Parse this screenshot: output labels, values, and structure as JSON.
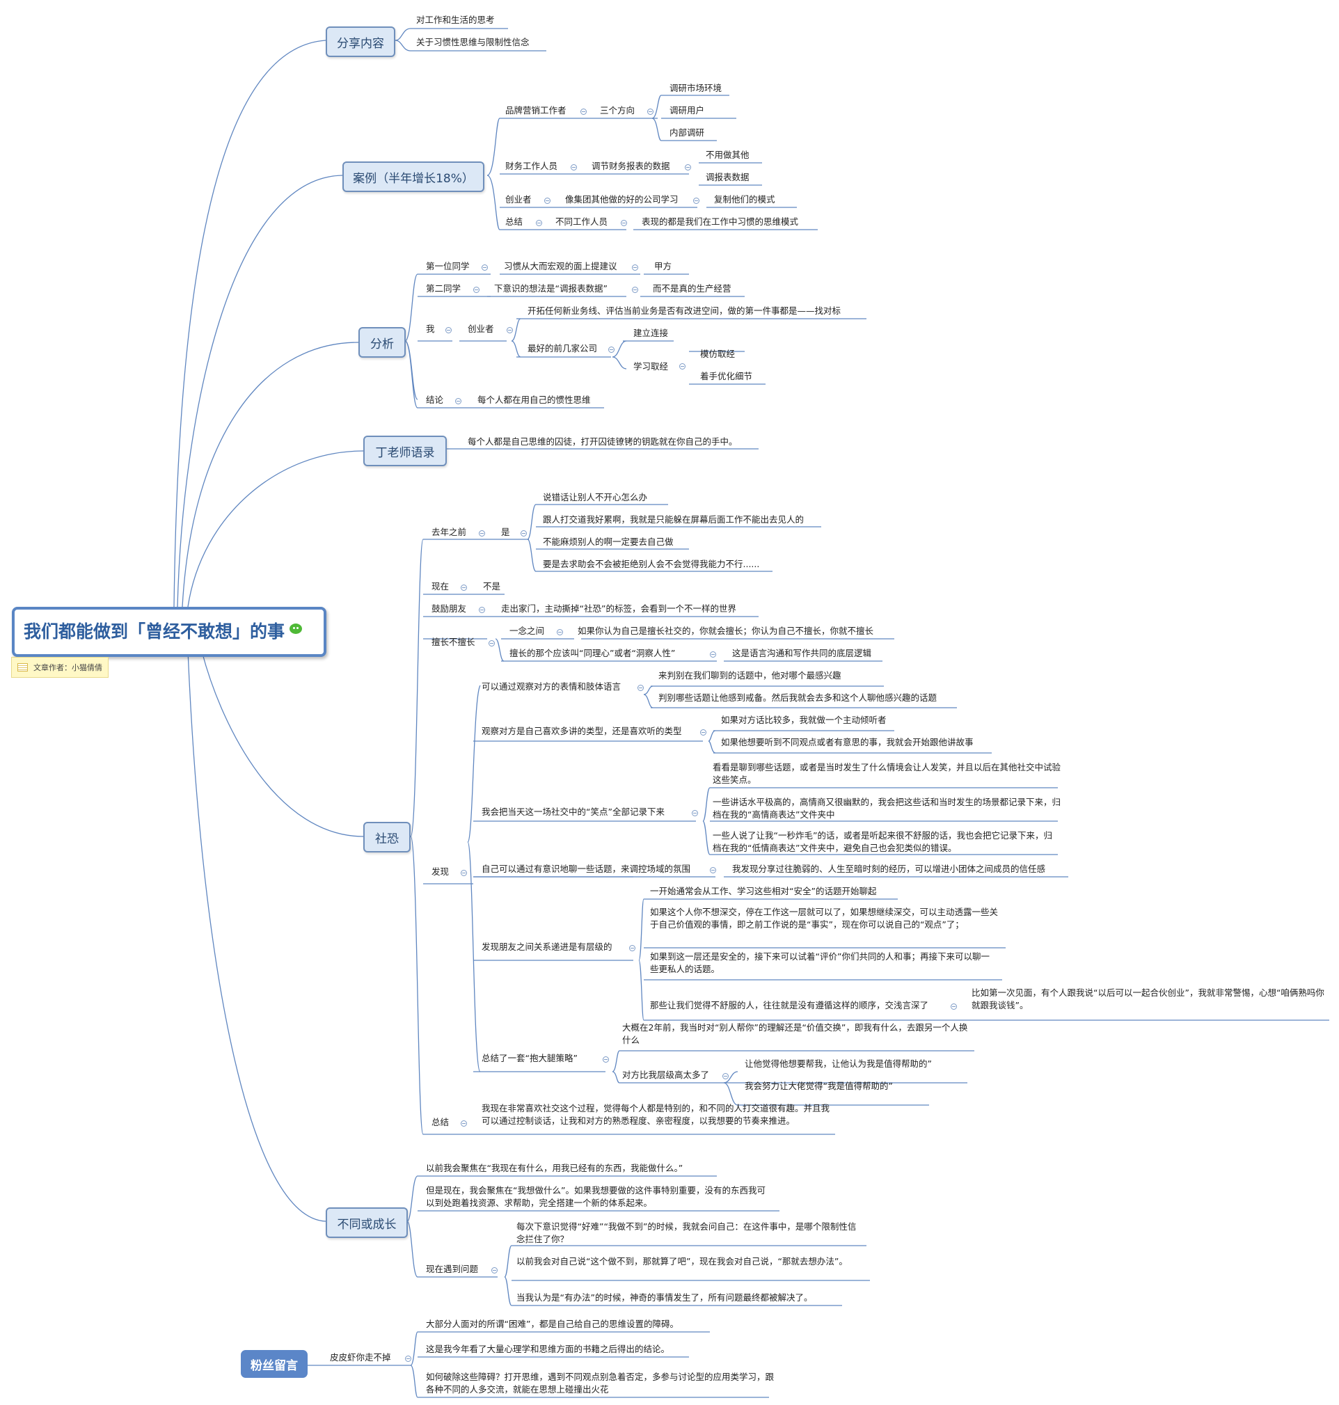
{
  "root": {
    "title": "我们都能做到「曾经不敢想」的事",
    "note": "文章作者：小猫倩倩"
  },
  "share": {
    "label": "分享内容",
    "items": [
      "对工作和生活的思考",
      "关于习惯性思维与限制性信念"
    ]
  },
  "case": {
    "label": "案例（半年增长18%）",
    "brand": {
      "label": "品牌营销工作者",
      "dir": "三个方向",
      "items": [
        "调研市场环境",
        "调研用户",
        "内部调研"
      ]
    },
    "finance": {
      "label": "财务工作人员",
      "adjust": "调节财务报表的数据",
      "items": [
        "不用做其他",
        "调报表数据"
      ]
    },
    "founder": {
      "label": "创业者",
      "learn": "像集团其他做的好的公司学习",
      "copy": "复制他们的模式"
    },
    "summary": {
      "label": "总结",
      "people": "不同工作人员",
      "text": "表现的都是我们在工作中习惯的思维模式"
    }
  },
  "analysis": {
    "label": "分析",
    "first": {
      "label": "第一位同学",
      "a": "习惯从大而宏观的面上提建议",
      "b": "甲方"
    },
    "second": {
      "label": "第二同学",
      "a": "下意识的想法是“调报表数据”",
      "b": "而不是真的生产经营"
    },
    "me": {
      "label": "我",
      "founder": "创业者",
      "expand": "开拓任何新业务线、评估当前业务是否有改进空间，做的第一件事都是——找对标",
      "top": "最好的前几家公司",
      "connect": "建立连接",
      "learn": "学习取经",
      "imitate": "模仿取经",
      "optimize": "着手优化细节"
    },
    "conclusion": {
      "label": "结论",
      "text": "每个人都在用自己的惯性思维"
    }
  },
  "quote": {
    "label": "丁老师语录",
    "text": "每个人都是自己思维的囚徒，打开囚徒镣铐的钥匙就在你自己的手中。"
  },
  "social": {
    "label": "社恐",
    "lastyear": {
      "label": "去年之前",
      "is": "是",
      "items": [
        "说错话让别人不开心怎么办",
        "跟人打交道我好累啊，我就是只能躲在屏幕后面工作不能出去见人的",
        "不能麻烦别人的啊一定要去自己做",
        "要是去求助会不会被拒绝别人会不会觉得我能力不行......"
      ]
    },
    "now": {
      "label": "现在",
      "not": "不是"
    },
    "encourage": {
      "label": "鼓励朋友",
      "text": "走出家门，主动撕掉“社恐”的标签，会看到一个不一样的世界"
    },
    "good": {
      "label": "擅长不擅长",
      "thought": "一念之间",
      "thought_text": "如果你认为自己是擅长社交的，你就会擅长；你认为自己不擅长，你就不擅长",
      "empathy": "擅长的那个应该叫“同理心”或者“洞察人性”",
      "empathy_text": "这是语言沟通和写作共同的底层逻辑"
    },
    "discover": {
      "label": "发现",
      "observe": {
        "label": "可以通过观察对方的表情和肢体语言",
        "items": [
          "来判别在我们聊到的话题中，他对哪个最感兴趣",
          "判别哪些话题让他感到戒备。然后我就会去多和这个人聊他感兴趣的话题"
        ]
      },
      "type": {
        "label": "观察对方是自己喜欢多讲的类型，还是喜欢听的类型",
        "items": [
          "如果对方话比较多，我就做一个主动倾听者",
          "如果他想要听到不同观点或者有意思的事，我就会开始跟他讲故事"
        ]
      },
      "laugh": {
        "label": "我会把当天这一场社交中的“笑点”全部记录下来",
        "items": [
          "看看是聊到哪些话题，或者是当时发生了什么情境会让人发笑，并且以后在其他社交中试验这些笑点。",
          "一些讲话水平极高的，高情商又很幽默的，我会把这些话和当时发生的场景都记录下来，归档在我的“高情商表达”文件夹中",
          "一些人说了让我“一秒炸毛”的话，或者是听起来很不舒服的话，我也会把它记录下来，归档在我的“低情商表达”文件夹中，避免自己也会犯类似的错误。"
        ]
      },
      "topic": {
        "label": "自己可以通过有意识地聊一些话题，来调控场域的氛围",
        "text": "我发现分享过往脆弱的、人生至暗时刻的经历，可以增进小团体之间成员的信任感"
      },
      "level": {
        "label": "发现朋友之间关系递进是有层级的",
        "items": [
          "一开始通常会从工作、学习这些相对“安全”的话题开始聊起",
          "如果这个人你不想深交，停在工作这一层就可以了，如果想继续深交，可以主动透露一些关于自己价值观的事情，即之前工作说的是“事实”，现在你可以说自己的“观点”了；",
          "如果到这一层还是安全的，接下来可以试着“评价”你们共同的人和事；再接下来可以聊一些更私人的话题。",
          "那些让我们觉得不舒服的人，往往就是没有遵循这样的顺序，交浅言深了"
        ],
        "example": "比如第一次见面，有个人跟我说“以后可以一起合伙创业”，我就非常警惕，心想“咱俩熟吗你就跟我谈钱”。"
      },
      "strategy": {
        "label": "总结了一套“抱大腿策略”",
        "a": "大概在2年前，我当时对“别人帮你”的理解还是“价值交换”，即我有什么，去跟另一个人换什么",
        "b": "对方比我层级高太多了",
        "b_items": [
          "让他觉得他想要帮我，让他认为我是值得帮助的”",
          "我会努力让大佬觉得“我是值得帮助的”"
        ]
      }
    },
    "summary": {
      "label": "总结",
      "text": "我现在非常喜欢社交这个过程，觉得每个人都是特别的，和不同的人打交道很有趣。并且我可以通过控制谈话，让我和对方的熟悉程度、亲密程度，以我想要的节奏来推进。"
    }
  },
  "growth": {
    "label": "不同或成长",
    "before": "以前我会聚焦在“我现在有什么，用我已经有的东西，我能做什么。”",
    "now": "但是现在，我会聚焦在“我想做什么”。如果我想要做的这件事特别重要，没有的东西我可以到处跑着找资源、求帮助，完全搭建一个新的体系起来。",
    "problem": {
      "label": "现在遇到问题",
      "items": [
        "每次下意识觉得“好难”“我做不到”的时候，我就会问自己：在这件事中，是哪个限制性信念拦住了你？",
        "以前我会对自己说“这个做不到，那就算了吧”，现在我会对自己说，“那就去想办法”。",
        "当我认为是“有办法”的时候，神奇的事情发生了，所有问题最终都被解决了。"
      ]
    }
  },
  "fans": {
    "label": "粉丝留言",
    "user": "皮皮虾你走不掉",
    "items": [
      "大部分人面对的所谓“困难”，都是自己给自己的思维设置的障碍。",
      "这是我今年看了大量心理学和思维方面的书籍之后得出的结论。",
      "如何破除这些障碍？打开思维，遇到不同观点别急着否定，多参与讨论型的应用类学习，跟各种不同的人多交流，就能在思想上碰撞出火花"
    ]
  }
}
